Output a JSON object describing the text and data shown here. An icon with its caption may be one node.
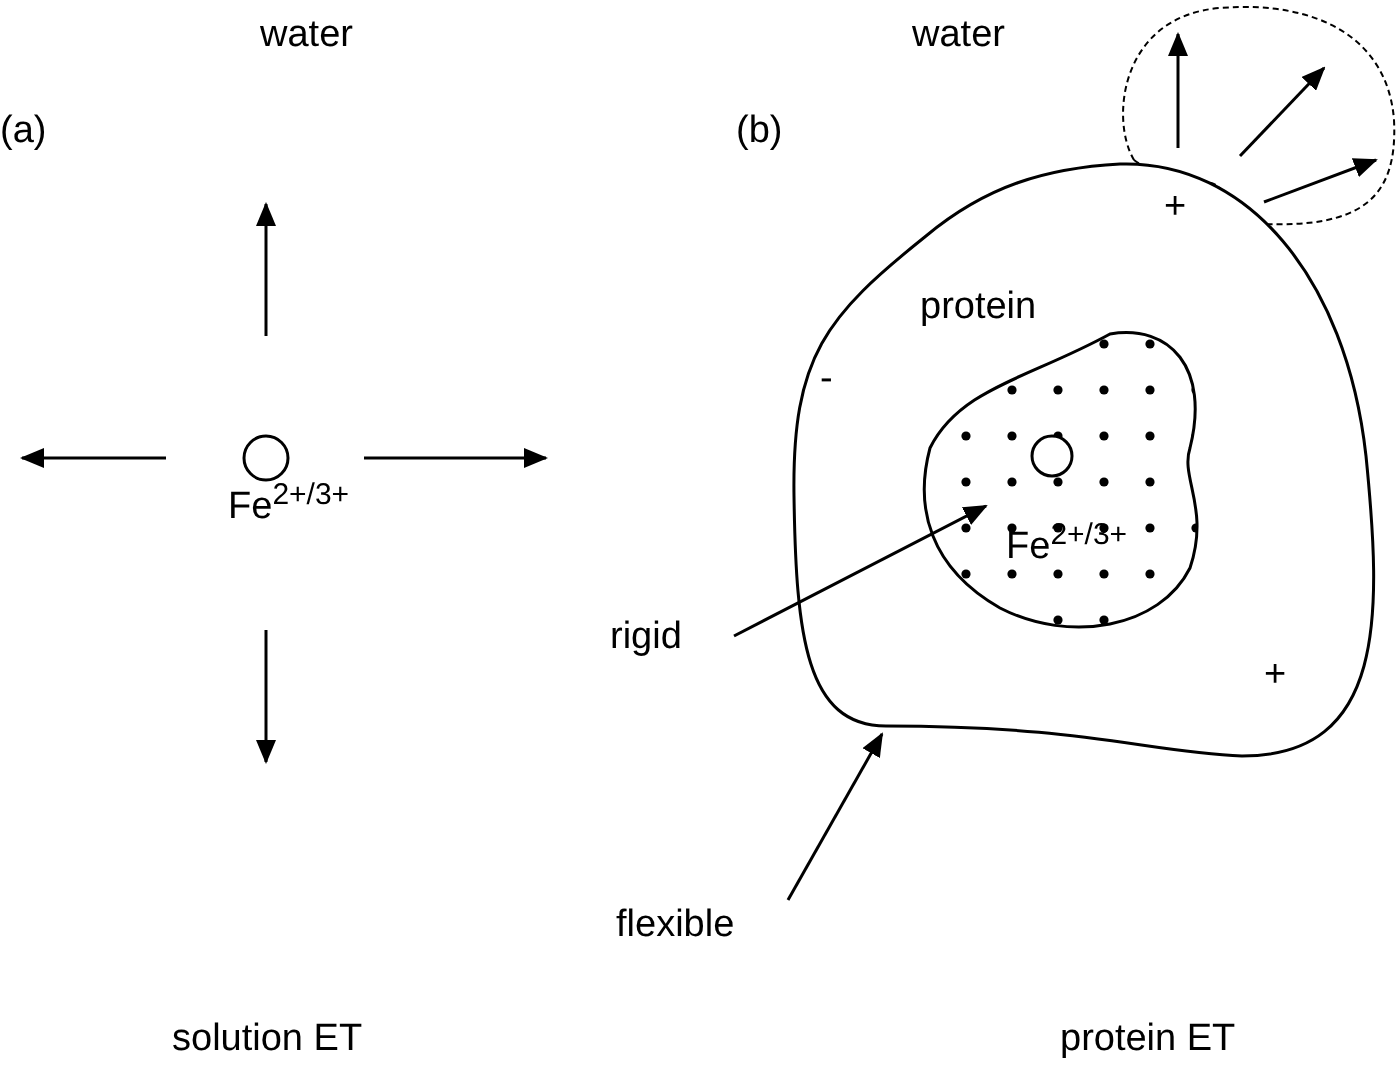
{
  "diagram": {
    "nodes": [
      {
        "text": [
          "protein"
        ]
      },
      {
        "text": [
          "Fe$^{2+/3+}$"
        ],
        "in": 0
      },
      {
        "text": [
          "rigid"
        ]
      },
      {
        "text": [
          "flexible"
        ]
      }
    ],
    "edges": [
      {
        "from": 2,
        "to": 1,
        "arrow": "to"
      },
      {
        "from": 3,
        "to": 0,
        "arrow": "to"
      }
    ],
    "labels": [
      "water",
      "water",
      "(a)",
      "(b)",
      "Fe$^{2+/3+}$",
      "+",
      "-",
      "+",
      "solution ET",
      "protein ET"
    ]
  }
}
